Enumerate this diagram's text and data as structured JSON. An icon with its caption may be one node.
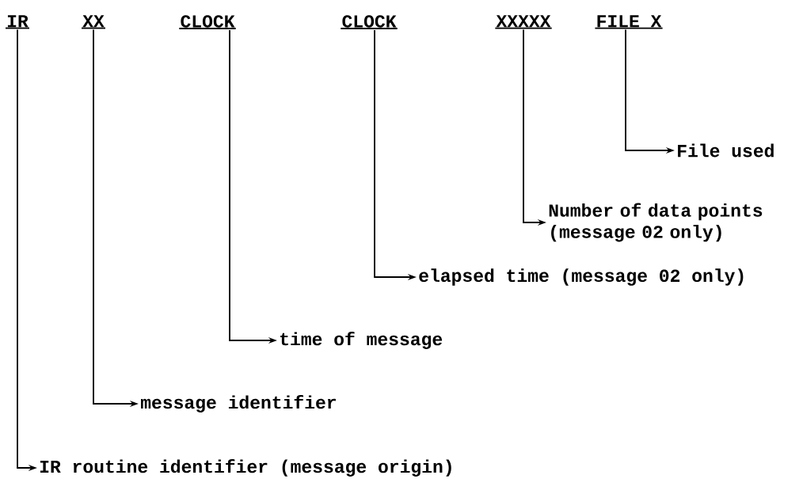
{
  "diagram": {
    "nodes": [
      {
        "text": [
          "IR"
        ]
      },
      {
        "text": [
          "XX"
        ]
      },
      {
        "text": [
          "CLOCK"
        ]
      },
      {
        "text": [
          "CLOCK"
        ]
      },
      {
        "text": [
          "XXXXX"
        ]
      },
      {
        "text": [
          "FILE X"
        ]
      },
      {
        "text": [
          "File used"
        ]
      },
      {
        "text": [
          "Number of data points (message 02 only)"
        ]
      },
      {
        "text": [
          "elapsed time (message 02 only)"
        ]
      },
      {
        "text": [
          "time of message"
        ]
      },
      {
        "text": [
          "message identifier"
        ]
      },
      {
        "text": [
          "IR routine identifier (message origin)"
        ]
      }
    ],
    "edges": [
      {
        "from": 5,
        "to": 6,
        "arrow": "to"
      },
      {
        "from": 4,
        "to": 7,
        "arrow": "to"
      },
      {
        "from": 3,
        "to": 8,
        "arrow": "to"
      },
      {
        "from": 2,
        "to": 9,
        "arrow": "to"
      },
      {
        "from": 1,
        "to": 10,
        "arrow": "to"
      },
      {
        "from": 0,
        "to": 11,
        "arrow": "to"
      }
    ]
  }
}
